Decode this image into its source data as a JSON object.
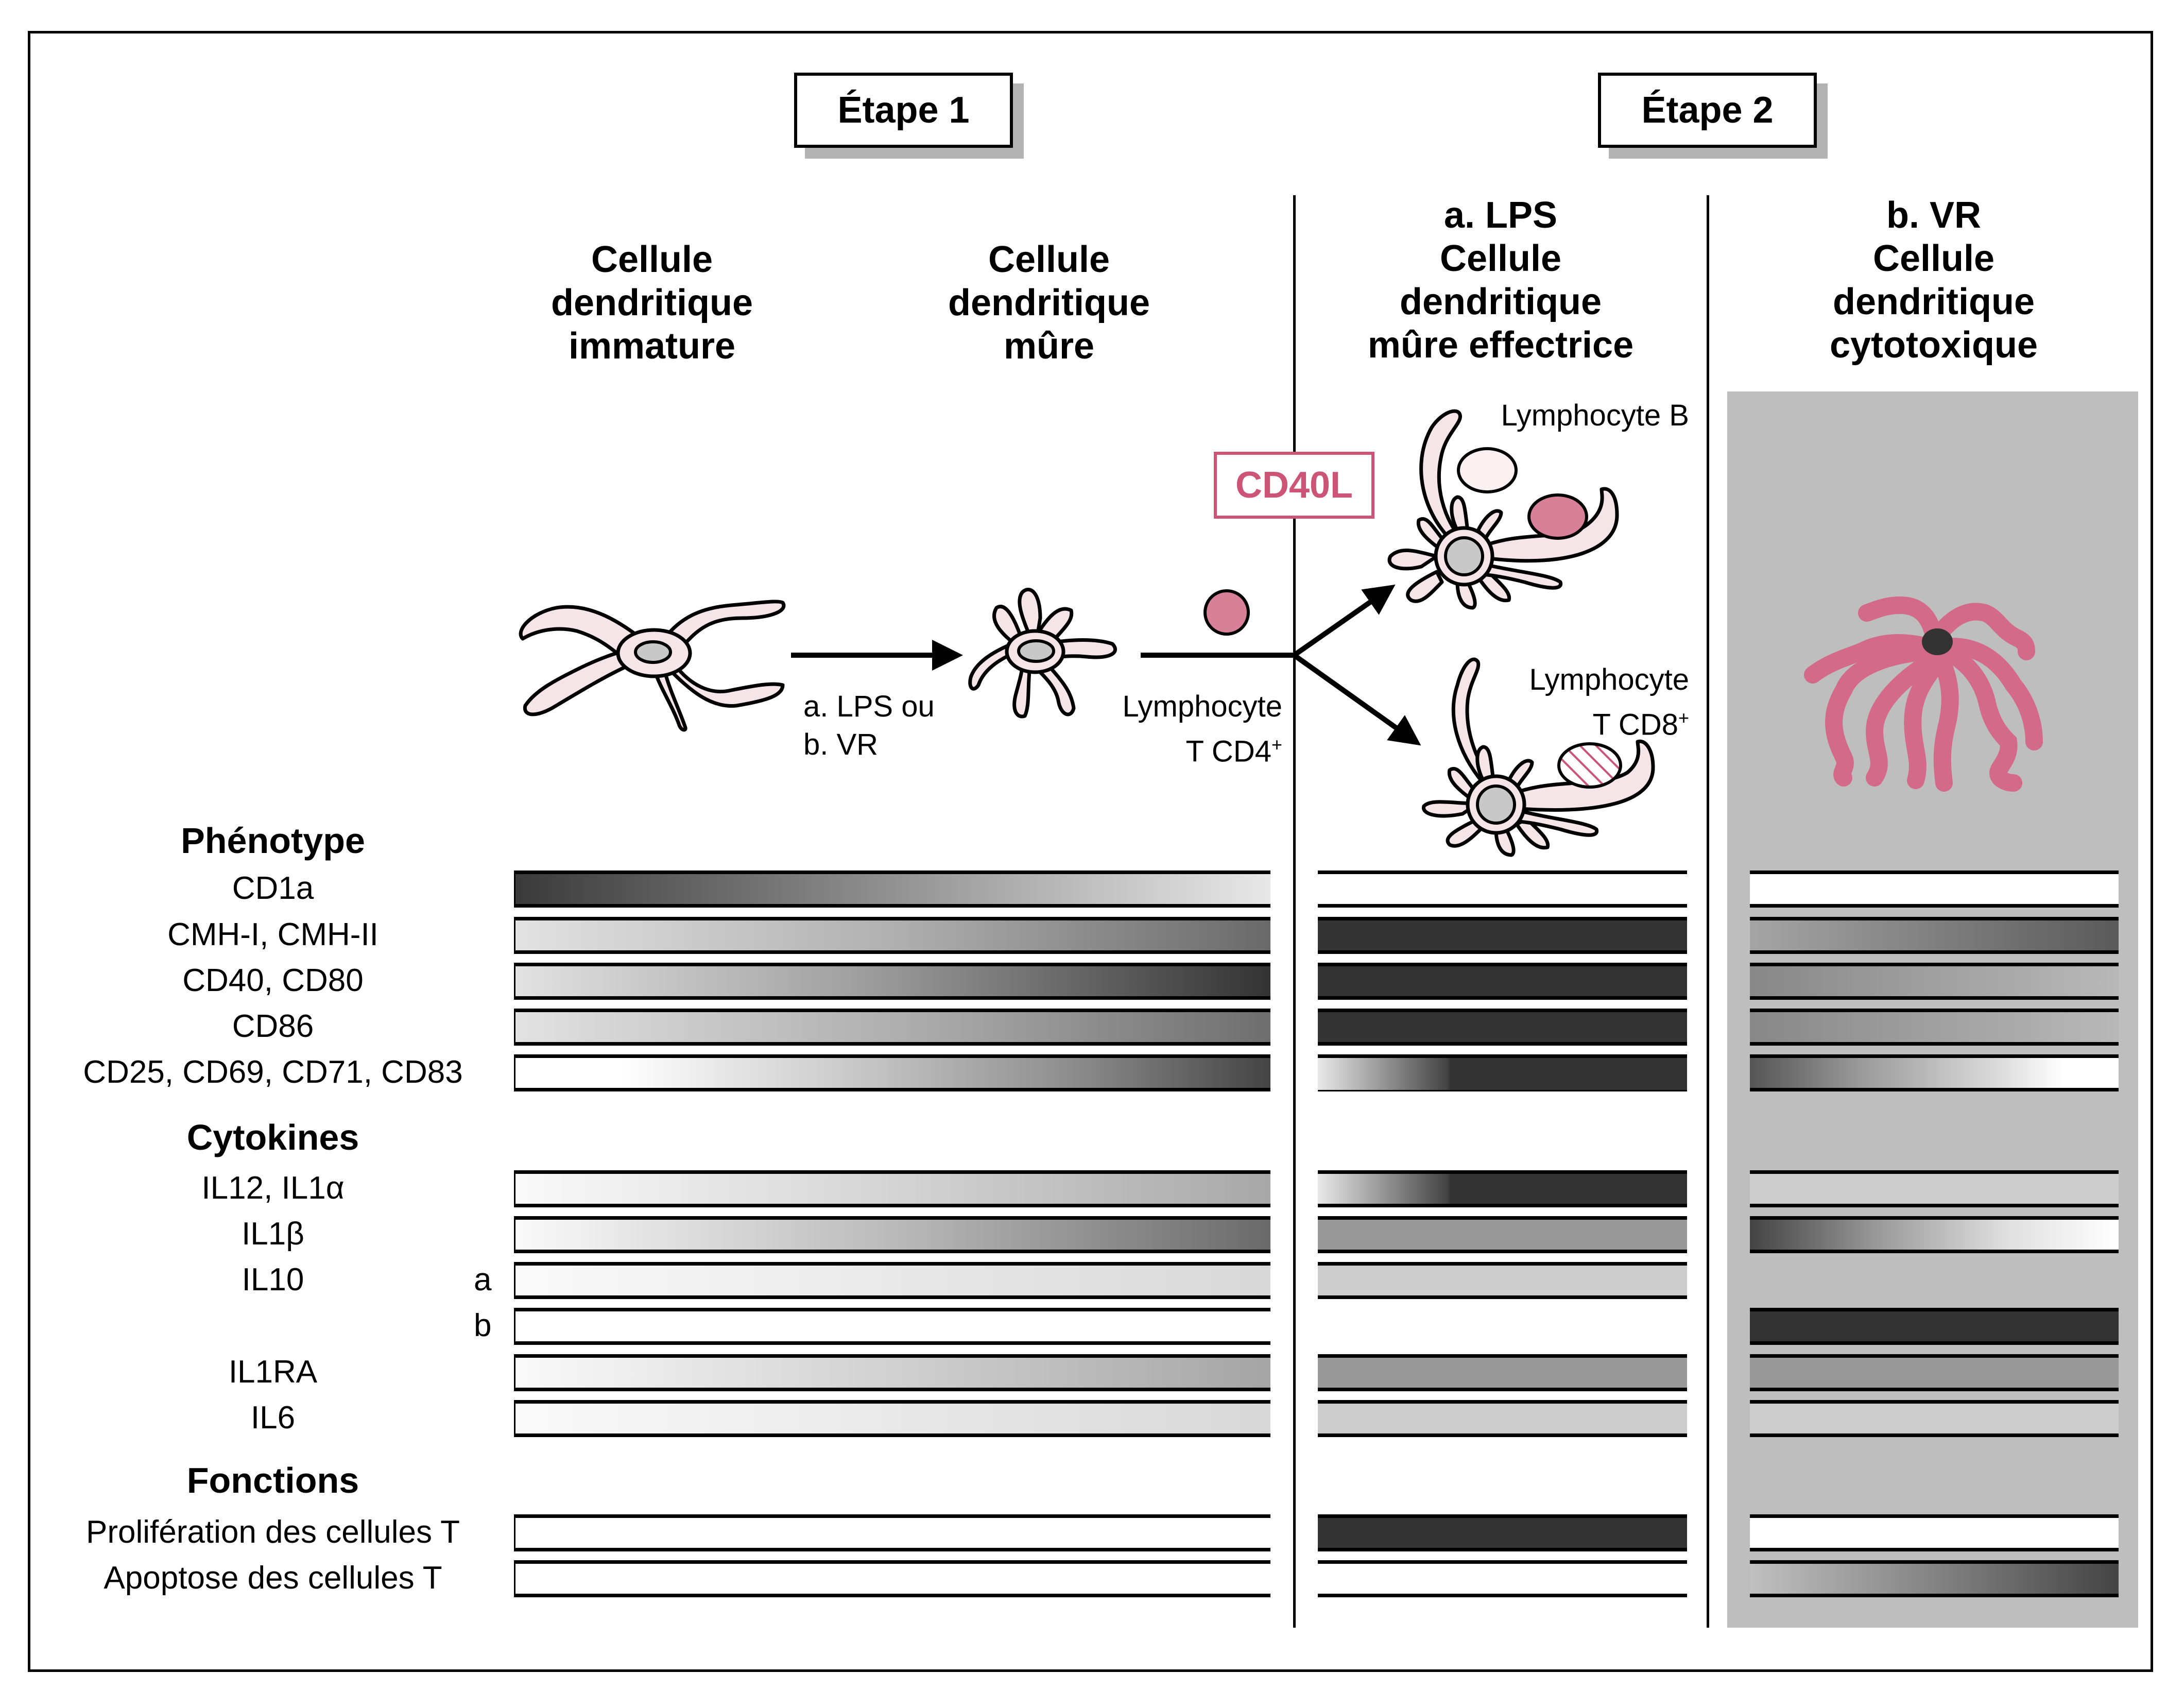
{
  "stages": [
    {
      "label": "Étape 1"
    },
    {
      "label": "Étape 2"
    }
  ],
  "columns": [
    {
      "lines": [
        "Cellule",
        "dendritique",
        "immature"
      ]
    },
    {
      "lines": [
        "Cellule",
        "dendritique",
        "mûre"
      ]
    },
    {
      "lines": [
        "a. LPS",
        "Cellule",
        "dendritique",
        "mûre effectrice"
      ]
    },
    {
      "lines": [
        "b. VR",
        "Cellule",
        "dendritique",
        "cytotoxique"
      ]
    }
  ],
  "stimuli": {
    "line1": "a. LPS ou",
    "line2": "b. VR"
  },
  "cd4_label": {
    "line1": "Lymphocyte",
    "line2": "T CD4",
    "sup": "+"
  },
  "cd40l_label": "CD40L",
  "lymphocyte_b_label": "Lymphocyte B",
  "cd8_label": {
    "line1": "Lymphocyte",
    "line2": "T CD8",
    "sup": "+"
  },
  "colors": {
    "cell_fill": "#f5e4e8",
    "nucleus_fill": "#c8c8c8",
    "lymphocyte_pink": "#d98099",
    "cytotoxic_pink": "#d46a8a",
    "cd40l_accent": "#cc5577",
    "panel_grey": "#bebebe",
    "dark": "#333333"
  },
  "sections": [
    {
      "title": "Phénotype",
      "rows": [
        {
          "label": "CD1a",
          "sub": "",
          "col1": "decreasing dark→light",
          "col2": "absent",
          "col3": "absent"
        },
        {
          "label": "CMH-I, CMH-II",
          "sub": "",
          "col1": "increasing to medium",
          "col2": "high",
          "col3": "increasing to medium-high"
        },
        {
          "label": "CD40, CD80",
          "sub": "",
          "col1": "increasing to high",
          "col2": "high",
          "col3": "decreasing medium"
        },
        {
          "label": "CD86",
          "sub": "",
          "col1": "increasing to medium",
          "col2": "high",
          "col3": "decreasing medium"
        },
        {
          "label": "CD25, CD69, CD71, CD83",
          "sub": "",
          "col1": "increasing to medium-high",
          "col2": "rapid rise to high",
          "col3": "decreasing to absent"
        }
      ]
    },
    {
      "title": "Cytokines",
      "rows": [
        {
          "label": "IL12, IL1α",
          "sub": "",
          "col1": "increasing to low-medium",
          "col2": "rapid rise to high",
          "col3": "low"
        },
        {
          "label": "IL1β",
          "sub": "",
          "col1": "increasing to medium",
          "col2": "medium",
          "col3": "decreasing to absent"
        },
        {
          "label": "IL10",
          "sub": "a",
          "col1": "slight increase",
          "col2": "low",
          "col3": "none"
        },
        {
          "label": "",
          "sub": "b",
          "col1": "absent",
          "col2": "none",
          "col3": "high"
        },
        {
          "label": "IL1RA",
          "sub": "",
          "col1": "increasing to low-medium",
          "col2": "medium",
          "col3": "medium"
        },
        {
          "label": "IL6",
          "sub": "",
          "col1": "slight increase",
          "col2": "low",
          "col3": "low"
        }
      ]
    },
    {
      "title": "Fonctions",
      "rows": [
        {
          "label": "Prolifération des cellules T",
          "sub": "",
          "col1": "absent",
          "col2": "high",
          "col3": "absent"
        },
        {
          "label": "Apoptose des cellules T",
          "sub": "",
          "col1": "absent",
          "col2": "absent",
          "col3": "increasing to medium-high"
        }
      ]
    }
  ]
}
